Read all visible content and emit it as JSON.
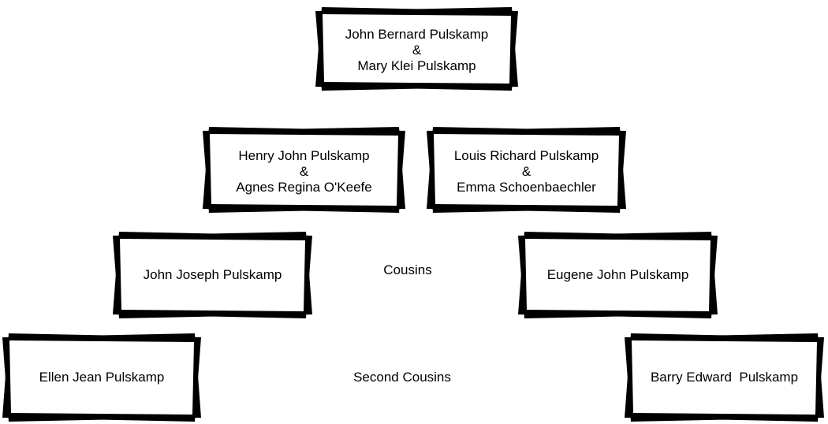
{
  "boxes": {
    "gen1": {
      "line1": "John Bernard Pulskamp",
      "line2": "&",
      "line3": "Mary Klei Pulskamp"
    },
    "gen2_left": {
      "line1": "Henry John Pulskamp",
      "line2": "&",
      "line3": "Agnes Regina O'Keefe"
    },
    "gen2_right": {
      "line1": "Louis Richard Pulskamp",
      "line2": "&",
      "line3": "Emma Schoenbaechler"
    },
    "gen3_left": {
      "line1": "John Joseph Pulskamp"
    },
    "gen3_right": {
      "line1": "Eugene John Pulskamp"
    },
    "gen4_left": {
      "line1": "Ellen Jean Pulskamp"
    },
    "gen4_right": {
      "line1": "Barry Edward  Pulskamp"
    }
  },
  "labels": {
    "cousins": "Cousins",
    "second_cousins": "Second Cousins"
  },
  "colors": {
    "frame": "#000000",
    "fill": "#ffffff",
    "text": "#000000"
  }
}
